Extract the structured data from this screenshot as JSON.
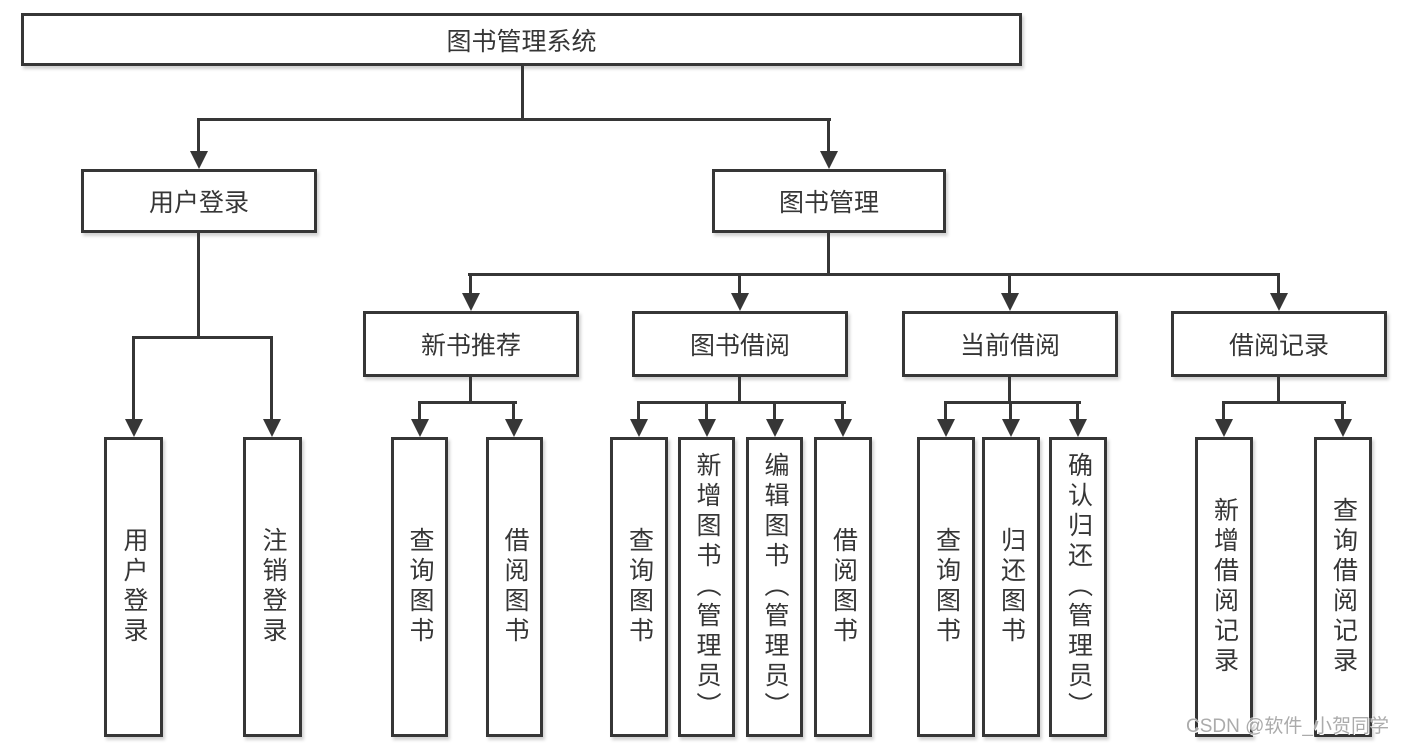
{
  "nodes": {
    "root": "图书管理系统",
    "level2": [
      "用户登录",
      "图书管理"
    ],
    "level3": [
      "新书推荐",
      "图书借阅",
      "当前借阅",
      "借阅记录"
    ],
    "leaves": [
      "用户登录",
      "注销登录",
      "查询图书",
      "借阅图书",
      "查询图书",
      "新增图书（管理员）",
      "编辑图书（管理员）",
      "借阅图书",
      "查询图书",
      "归还图书",
      "确认归还（管理员）",
      "新增借阅记录",
      "查询借阅记录"
    ]
  },
  "colors": {
    "line": "#363636",
    "background": "#ffffff",
    "watermark": "#ababab"
  },
  "watermark": "CSDN @软件_小贺同学"
}
